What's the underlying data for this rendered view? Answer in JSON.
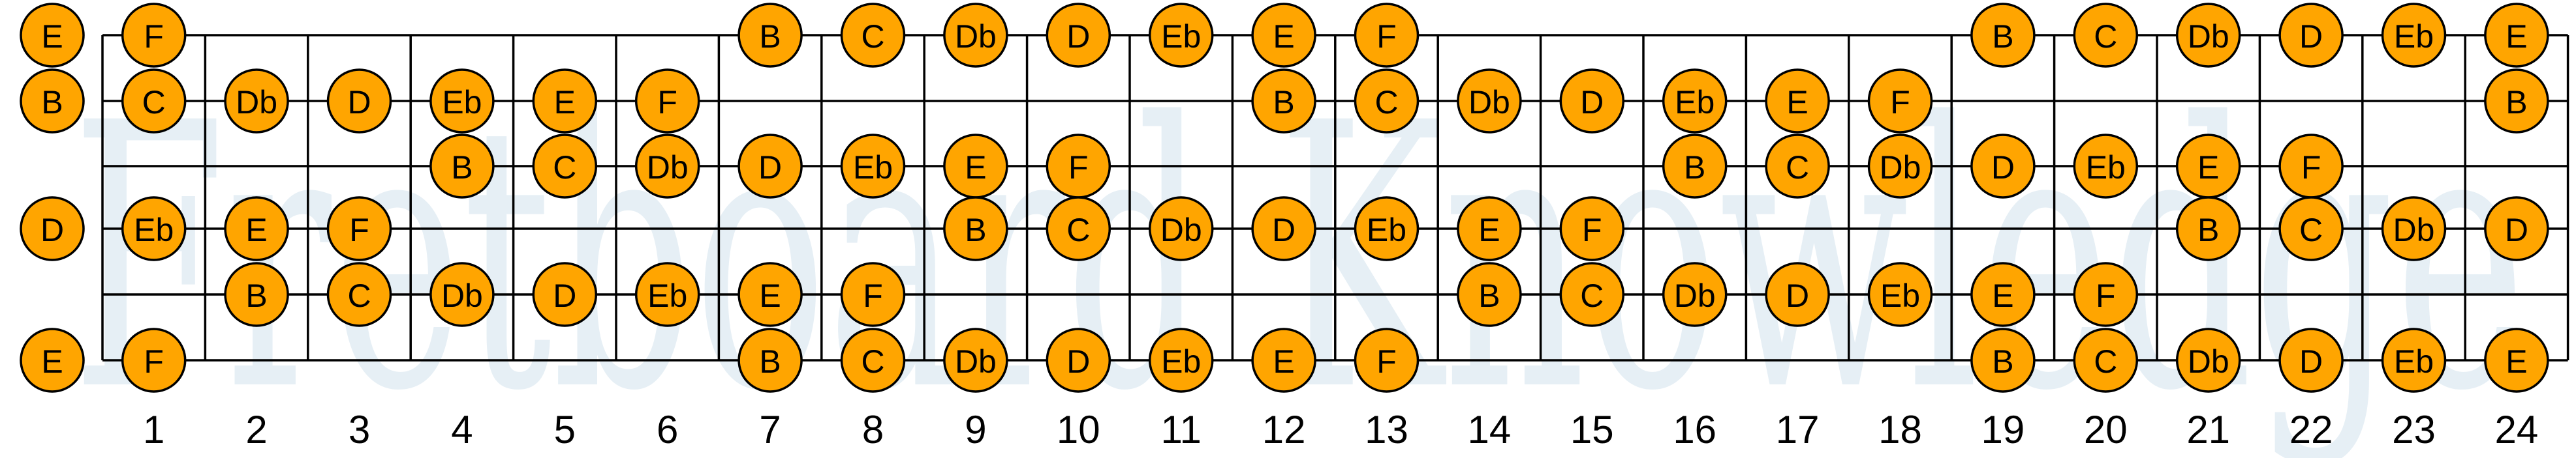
{
  "watermark": "Fretboard Knowledge",
  "colors": {
    "note_fill": "#FFA500",
    "note_stroke": "#000000",
    "line": "#000000",
    "watermark": "#e6eff5"
  },
  "fret_numbers": [
    "1",
    "2",
    "3",
    "4",
    "5",
    "6",
    "7",
    "8",
    "9",
    "10",
    "11",
    "12",
    "13",
    "14",
    "15",
    "16",
    "17",
    "18",
    "19",
    "20",
    "21",
    "22",
    "23",
    "24"
  ],
  "strings": [
    {
      "name": "high-e",
      "notes": [
        "E",
        "F",
        "",
        "",
        "",
        "",
        "",
        "B",
        "C",
        "Db",
        "D",
        "Eb",
        "E",
        "F",
        "",
        "",
        "",
        "",
        "",
        "B",
        "C",
        "Db",
        "D",
        "Eb",
        "E"
      ]
    },
    {
      "name": "b",
      "notes": [
        "B",
        "C",
        "Db",
        "D",
        "Eb",
        "E",
        "F",
        "",
        "",
        "",
        "",
        "",
        "B",
        "C",
        "Db",
        "D",
        "Eb",
        "E",
        "F",
        "",
        "",
        "",
        "",
        "",
        "B"
      ]
    },
    {
      "name": "g",
      "notes": [
        "",
        "",
        "",
        "",
        "B",
        "C",
        "Db",
        "D",
        "Eb",
        "E",
        "F",
        "",
        "",
        "",
        "",
        "",
        "B",
        "C",
        "Db",
        "D",
        "Eb",
        "E",
        "F",
        "",
        ""
      ]
    },
    {
      "name": "d",
      "notes": [
        "D",
        "Eb",
        "E",
        "F",
        "",
        "",
        "",
        "",
        "",
        "B",
        "C",
        "Db",
        "D",
        "Eb",
        "E",
        "F",
        "",
        "",
        "",
        "",
        "",
        "B",
        "C",
        "Db",
        "D"
      ]
    },
    {
      "name": "a",
      "notes": [
        "",
        "",
        "B",
        "C",
        "Db",
        "D",
        "Eb",
        "E",
        "F",
        "",
        "",
        "",
        "",
        "",
        "B",
        "C",
        "Db",
        "D",
        "Eb",
        "E",
        "F",
        "",
        "",
        "",
        ""
      ]
    },
    {
      "name": "low-e",
      "notes": [
        "E",
        "F",
        "",
        "",
        "",
        "",
        "",
        "B",
        "C",
        "Db",
        "D",
        "Eb",
        "E",
        "F",
        "",
        "",
        "",
        "",
        "",
        "B",
        "C",
        "Db",
        "D",
        "Eb",
        "E"
      ]
    }
  ]
}
